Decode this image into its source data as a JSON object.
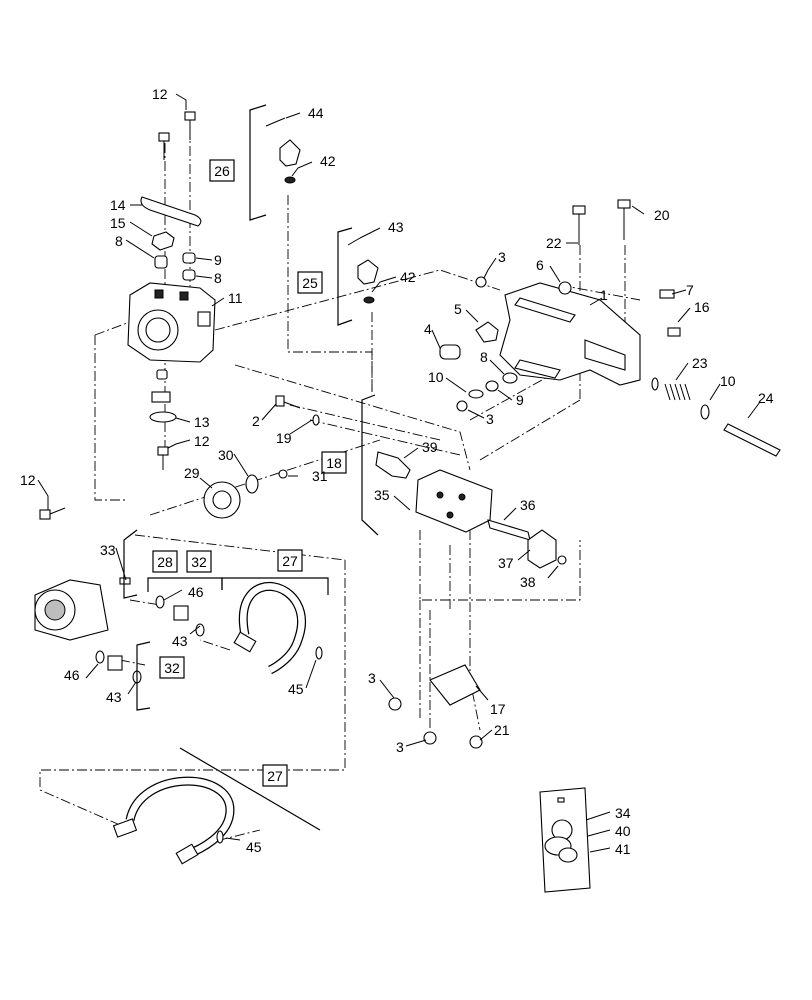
{
  "callouts": {
    "c12a": "12",
    "c44": "44",
    "c26": "26",
    "c42a": "42",
    "c14": "14",
    "c15": "15",
    "c8a": "8",
    "c9a": "9",
    "c8b": "8",
    "c11": "11",
    "c43a": "43",
    "c25": "25",
    "c42b": "42",
    "c3a": "3",
    "c6": "6",
    "c22": "22",
    "c20": "20",
    "c7": "7",
    "c1": "1",
    "c5": "5",
    "c16": "16",
    "c4": "4",
    "c8c": "8",
    "c23": "23",
    "c10a": "10",
    "c9b": "9",
    "c10b": "10",
    "c24": "24",
    "c3b": "3",
    "c2": "2",
    "c19": "19",
    "c13": "13",
    "c12b": "12",
    "c39": "39",
    "c18": "18",
    "c30": "30",
    "c31": "31",
    "c12c": "12",
    "c29": "29",
    "c35": "35",
    "c36": "36",
    "c33": "33",
    "c28": "28",
    "c32a": "32",
    "c27a": "27",
    "c37": "37",
    "c38": "38",
    "c46a": "46",
    "c43b": "43",
    "c46b": "46",
    "c32b": "32",
    "c43c": "43",
    "c45a": "45",
    "c3c": "3",
    "c17": "17",
    "c3d": "3",
    "c21": "21",
    "c27b": "27",
    "c45b": "45",
    "c34": "34",
    "c40": "40",
    "c41": "41"
  },
  "colors": {
    "line": "#000000",
    "background": "#ffffff",
    "fill_gray": "#bdbdbd"
  }
}
